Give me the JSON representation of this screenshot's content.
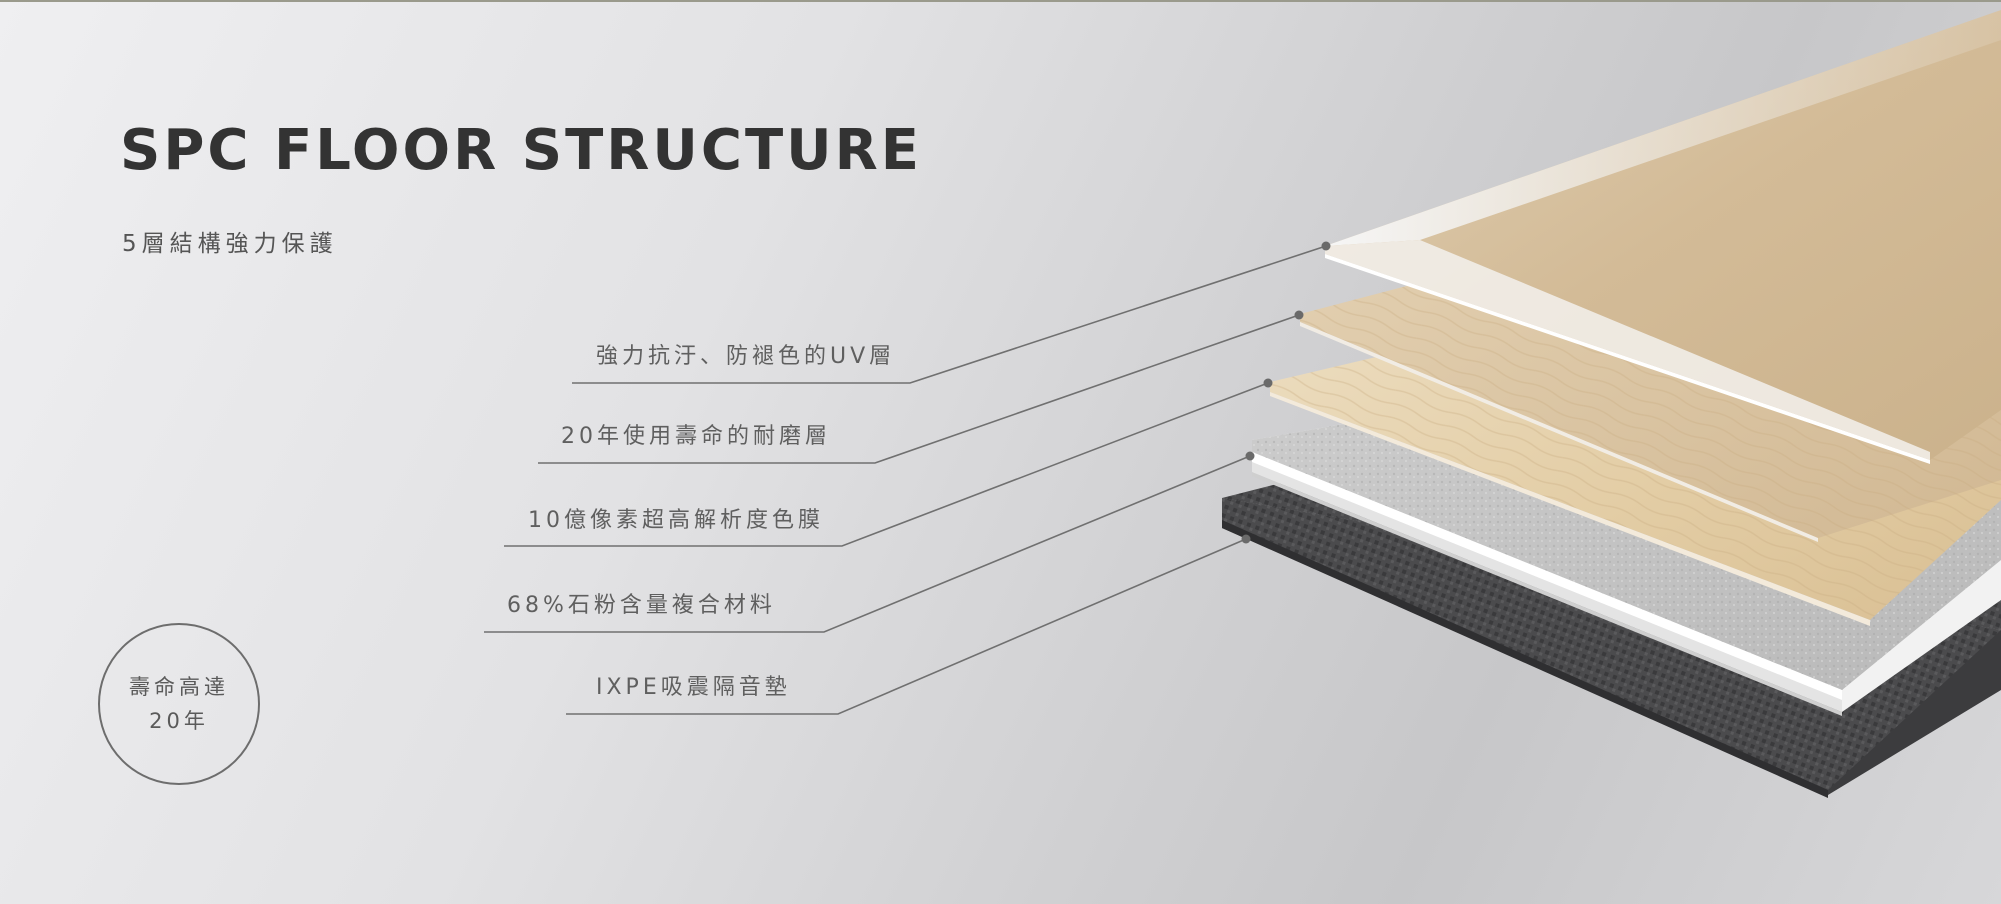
{
  "header": {
    "title": "SPC FLOOR STRUCTURE",
    "subtitle": "5層結構強力保護"
  },
  "layers": [
    {
      "label": "強力抗汙、防褪色的UV層",
      "name": "uv-layer"
    },
    {
      "label": "20年使用壽命的耐磨層",
      "name": "wear-layer"
    },
    {
      "label": "10億像素超高解析度色膜",
      "name": "color-film"
    },
    {
      "label": "68%石粉含量複合材料",
      "name": "stone-core"
    },
    {
      "label": "IXPE吸震隔音墊",
      "name": "ixpe-underlay"
    }
  ],
  "badge": {
    "line1": "壽命高達",
    "line2": "20年"
  },
  "colors": {
    "text_dark": "#333333",
    "text_label": "#5f5f5f",
    "leader_line": "#707070",
    "uv_layer": "#f2f2f2",
    "wear_layer": "#d8c3a3",
    "color_film": "#e2cfa8",
    "stone_core": "#ededed",
    "underlay": "#4a4a4c"
  }
}
